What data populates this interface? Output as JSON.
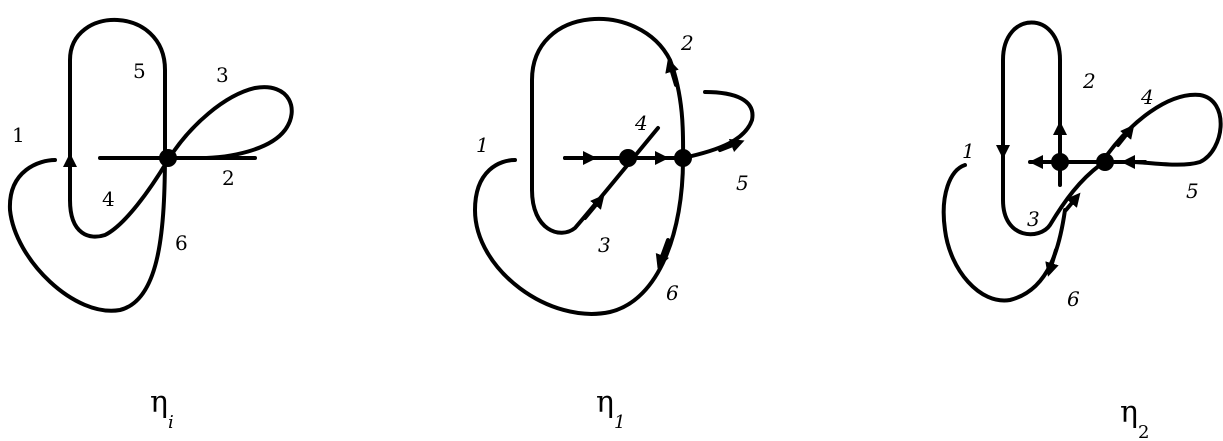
{
  "diagrams": [
    {
      "caption": "η",
      "caption_sub": "i",
      "labels": {
        "1": "1",
        "2": "2",
        "3": "3",
        "4": "4",
        "5": "5",
        "6": "6"
      }
    },
    {
      "caption": "η",
      "caption_sub": "1",
      "labels": {
        "1": "1",
        "2": "2",
        "3": "3",
        "4": "4",
        "5": "5",
        "6": "6"
      }
    },
    {
      "caption": "η",
      "caption_sub": "2",
      "labels": {
        "1": "1",
        "2": "2",
        "3": "3",
        "4": "4",
        "5": "5",
        "6": "6"
      }
    }
  ]
}
